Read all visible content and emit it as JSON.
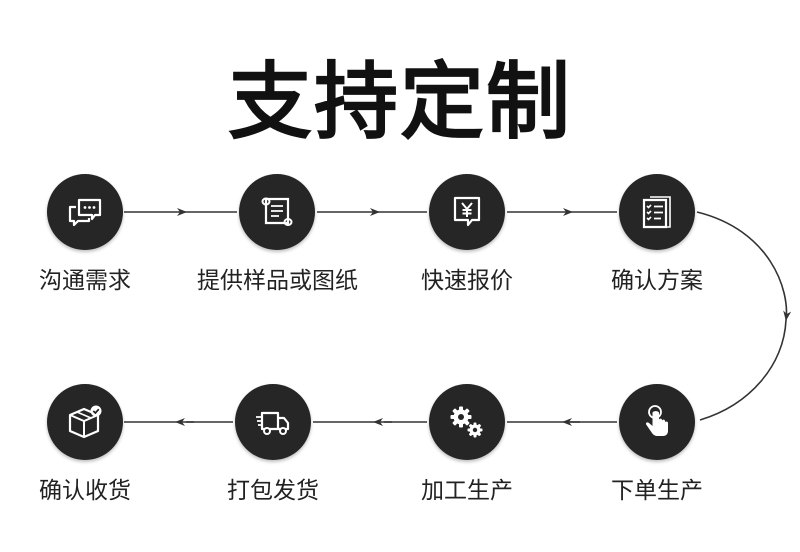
{
  "title": "支持定制",
  "steps": [
    {
      "label": "沟通需求",
      "icon": "chat-icon"
    },
    {
      "label": "提供样品或图纸",
      "icon": "blueprint-icon"
    },
    {
      "label": "快速报价",
      "icon": "yuan-quote-icon"
    },
    {
      "label": "确认方案",
      "icon": "document-checklist-icon"
    },
    {
      "label": "下单生产",
      "icon": "tap-hand-icon"
    },
    {
      "label": "加工生产",
      "icon": "gears-icon"
    },
    {
      "label": "打包发货",
      "icon": "delivery-truck-icon"
    },
    {
      "label": "确认收货",
      "icon": "box-check-icon"
    }
  ],
  "colors": {
    "circle": "#262626",
    "icon": "#ffffff",
    "arrow": "#333333",
    "text": "#222222"
  }
}
